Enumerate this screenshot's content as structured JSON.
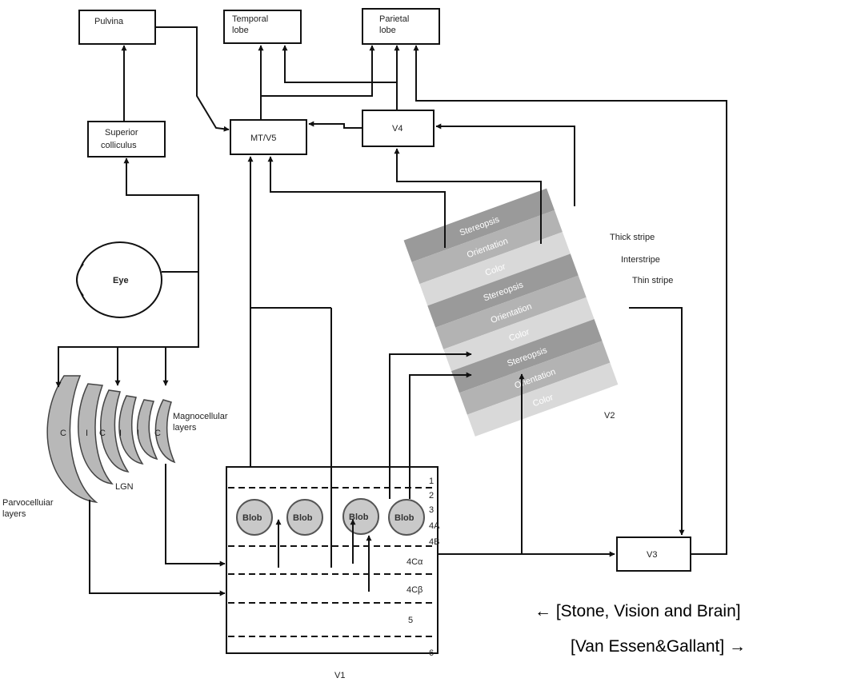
{
  "boxes": {
    "pulvina": "Pulvina",
    "temporal_l1": "Temporal",
    "temporal_l2": "lobe",
    "parietal_l1": "Parietal",
    "parietal_l2": "lobe",
    "superior_l1": "Superior",
    "superior_l2": "colliculus",
    "mt": "MT/V5",
    "v4": "V4",
    "v3": "V3"
  },
  "eye": "Eye",
  "lgn": {
    "label": "LGN",
    "parvo_l1": "Parvocelluiar",
    "parvo_l2": "layers",
    "magno_l1": "Magnocellular",
    "magno_l2": "layers",
    "c1": "C",
    "i1": "I",
    "c2": "C",
    "i2": "I",
    "i3": "I",
    "c3": "C"
  },
  "v1": {
    "label": "V1",
    "layers": [
      "1",
      "2",
      "3",
      "4A",
      "4B",
      "4Cα",
      "4Cβ",
      "5",
      "6"
    ],
    "blob": "Blob"
  },
  "v2": {
    "label": "V2",
    "stripes": [
      "Stereopsis",
      "Orientation",
      "Color",
      "Stereopsis",
      "Orientation",
      "Color",
      "Stereopsis",
      "Orientation",
      "Color"
    ],
    "thick": "Thick stripe",
    "inter": "Interstripe",
    "thin": "Thin stripe"
  },
  "citations": {
    "stone": "← [Stone, Vision and Brain]",
    "vanessen": "[Van Essen&Gallant] →"
  }
}
